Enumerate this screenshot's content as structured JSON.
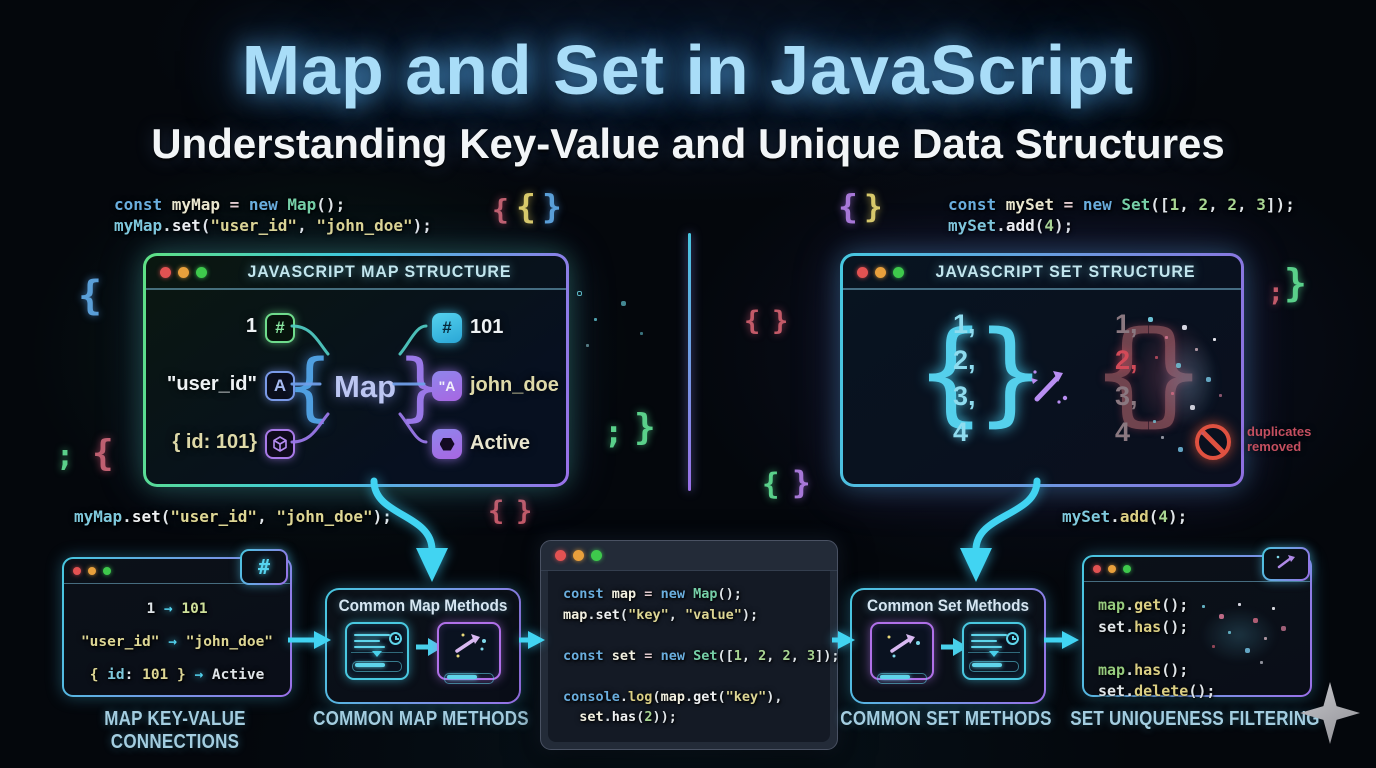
{
  "palette": {
    "accent_cyan": "#41d4f2",
    "accent_purple": "#9a70e8",
    "accent_green": "#5fe084",
    "accent_pink": "#c45a68",
    "accent_yellow": "#d8c96a",
    "accent_blue": "#5a9fd8",
    "title_blue": "#a9ddf8",
    "caption_color": "#a3cde0",
    "duplicate_red": "#d24a58"
  },
  "header": {
    "title": "Map and Set in JavaScript",
    "subtitle": "Understanding Key-Value and Unique Data Structures"
  },
  "snippets": {
    "top_left": [
      [
        [
          "kw",
          "const "
        ],
        [
          "vn",
          "myMap "
        ],
        [
          "op",
          "= "
        ],
        [
          "kw",
          "new "
        ],
        [
          "cls",
          "Map"
        ],
        [
          "pl",
          "();"
        ]
      ],
      [
        [
          "obj",
          "myMap"
        ],
        [
          "pl",
          "."
        ],
        [
          "fn",
          "set"
        ],
        [
          "pl",
          "("
        ],
        [
          "str",
          "\"user_id\""
        ],
        [
          "pl",
          ", "
        ],
        [
          "str",
          "\"john_doe\""
        ],
        [
          "pl",
          ");"
        ]
      ]
    ],
    "top_right": [
      [
        [
          "kw",
          "const "
        ],
        [
          "vn",
          "mySet "
        ],
        [
          "op",
          "= "
        ],
        [
          "kw",
          "new "
        ],
        [
          "cls",
          "Set"
        ],
        [
          "pl",
          "(["
        ],
        [
          "num",
          "1"
        ],
        [
          "pl",
          ", "
        ],
        [
          "num",
          "2"
        ],
        [
          "pl",
          ", "
        ],
        [
          "num",
          "2"
        ],
        [
          "pl",
          ", "
        ],
        [
          "num",
          "3"
        ],
        [
          "pl",
          "]);"
        ]
      ],
      [
        [
          "obj",
          "mySet"
        ],
        [
          "pl",
          "."
        ],
        [
          "fn",
          "add"
        ],
        [
          "pl",
          "("
        ],
        [
          "num",
          "4"
        ],
        [
          "pl",
          ");"
        ]
      ]
    ],
    "mid_left": [
      [
        [
          "obj",
          "myMap"
        ],
        [
          "pl",
          "."
        ],
        [
          "fn",
          "set"
        ],
        [
          "pl",
          "("
        ],
        [
          "str",
          "\"user_id\""
        ],
        [
          "pl",
          ", "
        ],
        [
          "str",
          "\"john_doe\""
        ],
        [
          "pl",
          ");"
        ]
      ]
    ],
    "mid_right": [
      [
        [
          "obj",
          "mySet"
        ],
        [
          "pl",
          "."
        ],
        [
          "ylw",
          "add"
        ],
        [
          "pl",
          "("
        ],
        [
          "num",
          "4"
        ],
        [
          "pl",
          ");"
        ]
      ]
    ]
  },
  "map_panel": {
    "title": "JAVASCRIPT MAP STRUCTURE",
    "center": "Map",
    "keys": [
      {
        "label": "1",
        "icon": "hash-outline-icon",
        "glyph": "#"
      },
      {
        "label": "\"user_id\"",
        "icon": "letter-a-outline-icon",
        "glyph": "A"
      },
      {
        "label": "{ id: 101}",
        "icon": "cube-outline-icon",
        "glyph": ""
      }
    ],
    "values": [
      {
        "label": "101",
        "icon": "hash-filled-icon",
        "glyph": "#"
      },
      {
        "label": "john_doe",
        "icon": "letter-a-filled-icon",
        "glyph": "\"A"
      },
      {
        "label": "Active",
        "icon": "hexagon-filled-icon",
        "glyph": ""
      }
    ]
  },
  "set_panel": {
    "title": "JAVASCRIPT SET STRUCTURE",
    "input_values": [
      "1,",
      "2,",
      "3,",
      "4"
    ],
    "output_values": [
      {
        "text": "1,",
        "state": "kept"
      },
      {
        "text": "2,",
        "state": "duplicate"
      },
      {
        "text": "3,",
        "state": "kept"
      },
      {
        "text": "4",
        "state": "kept"
      }
    ],
    "note_line1": "duplicates",
    "note_line2": "removed"
  },
  "bottom": {
    "connections": {
      "badge": "#",
      "rows": [
        [
          [
            "pl",
            "1 "
          ],
          [
            "arr",
            "→"
          ],
          [
            "numy",
            " 101"
          ]
        ],
        [
          [
            "str",
            "\"user_id\" "
          ],
          [
            "arr",
            "→"
          ],
          [
            "str",
            " \"john_doe\""
          ]
        ],
        [
          [
            "str",
            "{ "
          ],
          [
            "obj",
            "id"
          ],
          [
            "pl",
            ":"
          ],
          [
            "str",
            " 101 } "
          ],
          [
            "arr",
            "→"
          ],
          [
            "pl",
            " Active"
          ]
        ]
      ],
      "caption": "MAP KEY-VALUE CONNECTIONS"
    },
    "map_methods": {
      "title": "Common Map Methods",
      "caption": "COMMON MAP METHODS"
    },
    "console": {
      "lines": [
        [
          [
            "kw",
            "const "
          ],
          [
            "vb",
            "map "
          ],
          [
            "op",
            "= "
          ],
          [
            "kw",
            "new "
          ],
          [
            "cls",
            "Map"
          ],
          [
            "pl",
            "();"
          ]
        ],
        [
          [
            "vb",
            "map"
          ],
          [
            "pl",
            "."
          ],
          [
            "fn",
            "set"
          ],
          [
            "pl",
            "("
          ],
          [
            "str",
            "\"key\""
          ],
          [
            "pl",
            ", "
          ],
          [
            "str",
            "\"value\""
          ],
          [
            "pl",
            ");"
          ]
        ],
        [],
        [
          [
            "kw",
            "const "
          ],
          [
            "vb",
            "set "
          ],
          [
            "op",
            "= "
          ],
          [
            "kw",
            "new "
          ],
          [
            "cls",
            "Set"
          ],
          [
            "pl",
            "(["
          ],
          [
            "num",
            "1"
          ],
          [
            "pl",
            ", "
          ],
          [
            "num",
            "2"
          ],
          [
            "pl",
            ", "
          ],
          [
            "num",
            "2"
          ],
          [
            "pl",
            ", "
          ],
          [
            "num",
            "3"
          ],
          [
            "pl",
            "]);"
          ]
        ],
        [],
        [
          [
            "kw",
            "console"
          ],
          [
            "pl",
            "."
          ],
          [
            "ylw",
            "log"
          ],
          [
            "pl",
            "("
          ],
          [
            "vb",
            "map"
          ],
          [
            "pl",
            "."
          ],
          [
            "fn",
            "get"
          ],
          [
            "pl",
            "("
          ],
          [
            "str",
            "\"key\""
          ],
          [
            "pl",
            "),"
          ]
        ],
        [
          [
            "pl",
            "  "
          ],
          [
            "vb",
            "set"
          ],
          [
            "pl",
            "."
          ],
          [
            "fn",
            "has"
          ],
          [
            "pl",
            "("
          ],
          [
            "num",
            "2"
          ],
          [
            "pl",
            "));"
          ]
        ]
      ]
    },
    "set_methods": {
      "title": "Common Set Methods",
      "caption": "COMMON SET METHODS"
    },
    "filtering": {
      "lines": [
        [
          [
            "grn",
            "map"
          ],
          [
            "pl",
            "."
          ],
          [
            "ylw",
            "get"
          ],
          [
            "pl",
            "();"
          ]
        ],
        [
          [
            "pl",
            "set"
          ],
          [
            "pl",
            "."
          ],
          [
            "ylw",
            "has"
          ],
          [
            "pl",
            "();"
          ]
        ],
        [],
        [
          [
            "grn",
            "map"
          ],
          [
            "pl",
            "."
          ],
          [
            "ylw",
            "has"
          ],
          [
            "pl",
            "();"
          ]
        ],
        [
          [
            "pl",
            "set"
          ],
          [
            "pl",
            "."
          ],
          [
            "ylw",
            "delete"
          ],
          [
            "pl",
            "();"
          ]
        ]
      ],
      "caption": "SET UNIQUENESS FILTERING"
    }
  },
  "glyphs": [
    "{",
    "{",
    "}",
    "{",
    "}",
    "{",
    ";",
    "{",
    ";",
    "}",
    "{",
    "}",
    "{",
    "}",
    "{",
    "}",
    ";",
    "}"
  ]
}
